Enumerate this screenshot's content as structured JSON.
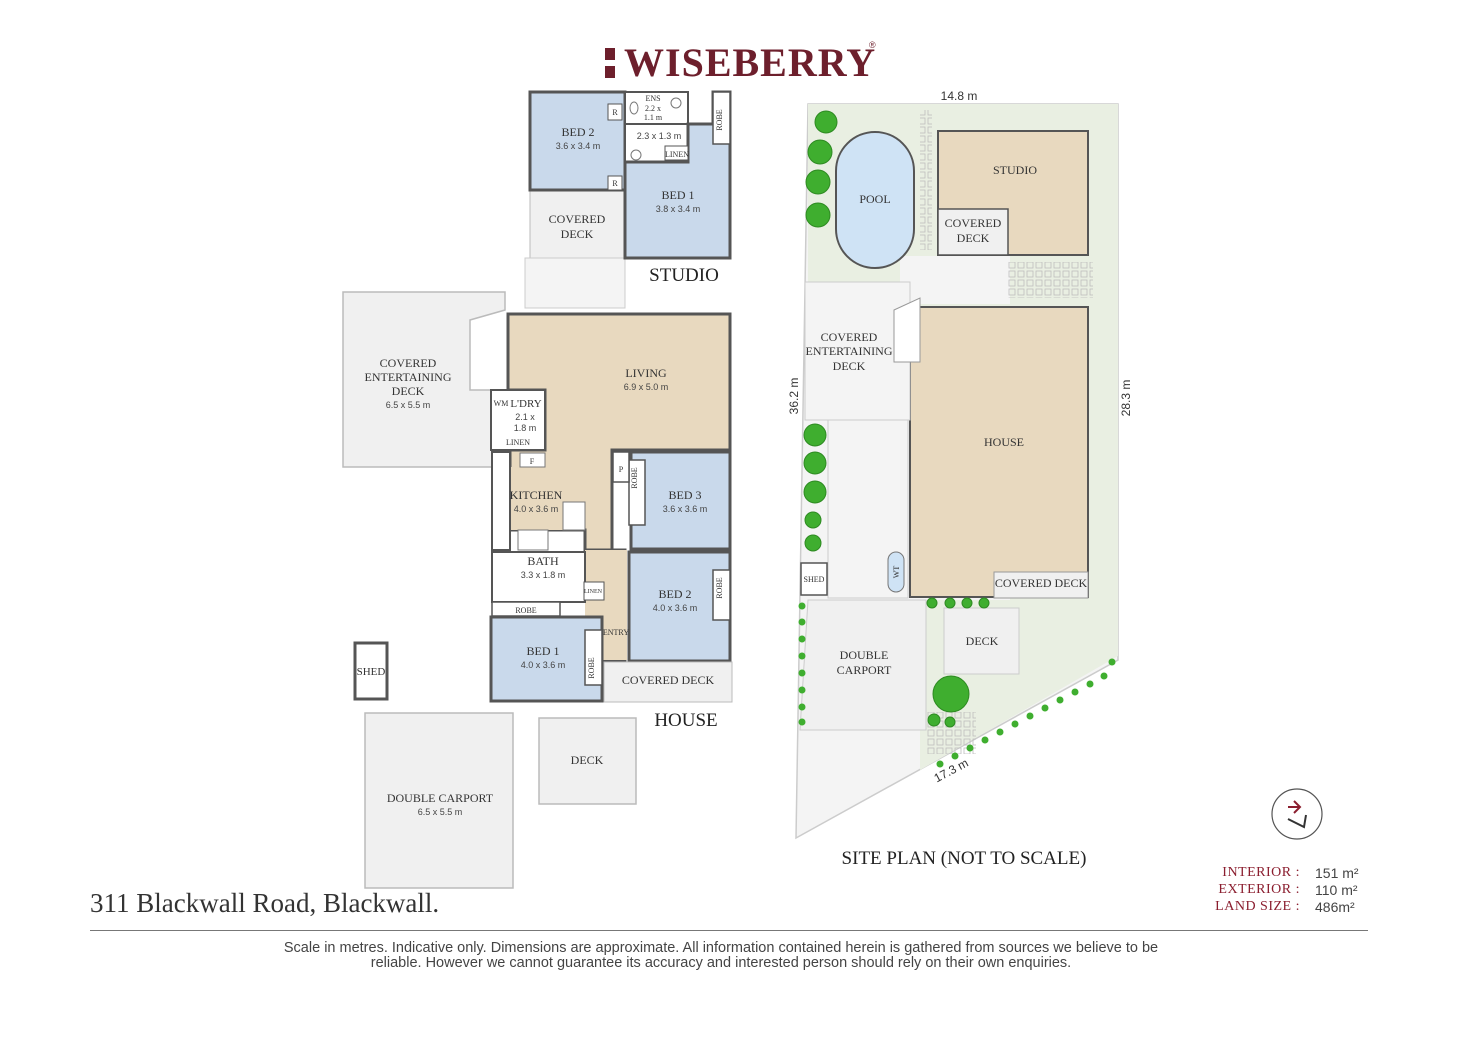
{
  "brand": {
    "name": "WISEBERRY",
    "registered": "®",
    "color": "#6d1f2c"
  },
  "address": "311 Blackwall Road, Blackwall.",
  "disclaimer": "Scale in metres. Indicative only. Dimensions are approximate. All information contained herein is gathered from sources we believe to be reliable. However we cannot guarantee its accuracy and interested person should rely on their own enquiries.",
  "areas": [
    {
      "label": "INTERIOR :",
      "value": "151 m²"
    },
    {
      "label": "EXTERIOR :",
      "value": "110 m²"
    },
    {
      "label": "LAND SIZE :",
      "value": "486m²"
    }
  ],
  "colors": {
    "bedroom": "#c9d9eb",
    "living": "#e8d9bf",
    "outdoor": "#f0f0f0",
    "wet": "#ffffff",
    "wall": "#555555",
    "lawn": "#e9efe2",
    "pool": "#cfe3f5",
    "tree": "#3fae2f",
    "accent": "#8b1e2f"
  },
  "studio": {
    "title": "STUDIO",
    "bed2": {
      "name": "BED 2",
      "size": "3.6 x 3.4 m"
    },
    "ens": {
      "name": "ENS",
      "size1": "2.2 x",
      "size2": "1.1 m"
    },
    "bath": {
      "size": "2.3 x 1.3 m"
    },
    "bed1": {
      "name": "BED 1",
      "size": "3.8 x 3.4 m"
    },
    "covered_deck": {
      "line1": "COVERED",
      "line2": "DECK"
    },
    "robe": "ROBE",
    "linen": "LINEN",
    "r": "R"
  },
  "house": {
    "title": "HOUSE",
    "living": {
      "name": "LIVING",
      "size": "6.9 x 5.0 m"
    },
    "entertaining": {
      "line1": "COVERED",
      "line2": "ENTERTAINING",
      "line3": "DECK",
      "size": "6.5 x 5.5 m"
    },
    "laundry": {
      "name": "L'DRY",
      "size1": "2.1 x",
      "size2": "1.8 m",
      "wm": "WM"
    },
    "linen": "LINEN",
    "kitchen": {
      "name": "KITCHEN",
      "size": "4.0 x 3.6 m",
      "f": "F"
    },
    "bed3": {
      "name": "BED 3",
      "size": "3.6 x 3.6 m"
    },
    "p": "P",
    "bath": {
      "name": "BATH",
      "size": "3.3 x 1.8 m"
    },
    "bed2": {
      "name": "BED 2",
      "size": "4.0 x 3.6 m"
    },
    "bed1": {
      "name": "BED 1",
      "size": "4.0 x 3.6 m"
    },
    "robe": "ROBE",
    "entry": "ENTRY",
    "covered_deck": "COVERED DECK",
    "shed": "SHED",
    "carport": {
      "name": "DOUBLE CARPORT",
      "size": "6.5 x 5.5 m"
    },
    "deck": "DECK"
  },
  "site": {
    "title": "SITE PLAN (NOT TO SCALE)",
    "dim_top": "14.8 m",
    "dim_left": "36.2 m",
    "dim_right": "28.3 m",
    "dim_bottom": "17.3 m",
    "pool": "POOL",
    "studio": "STUDIO",
    "covered_deck": {
      "line1": "COVERED",
      "line2": "DECK"
    },
    "entertaining": {
      "line1": "COVERED",
      "line2": "ENTERTAINING",
      "line3": "DECK"
    },
    "house": "HOUSE",
    "shed": "SHED",
    "wt": "WT",
    "house_covered_deck": "COVERED DECK",
    "carport": {
      "line1": "DOUBLE",
      "line2": "CARPORT"
    },
    "deck": "DECK"
  }
}
